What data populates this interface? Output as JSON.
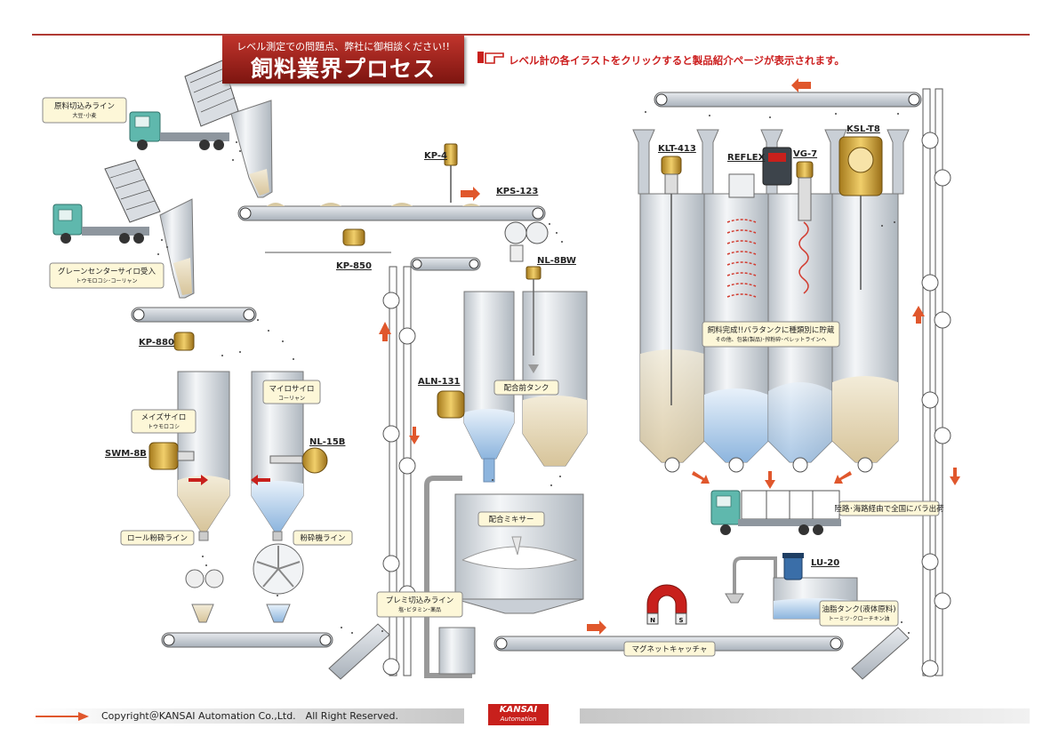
{
  "banner": {
    "subtitle": "レベル測定での問題点、弊社に御相談ください!!",
    "title": "飼料業界プロセス"
  },
  "instruction": "レベル計の各イラストをクリックすると製品紹介ページが表示されます。",
  "products": {
    "kp4": "KP-4",
    "kps123": "KPS-123",
    "kp850": "KP-850",
    "nl8bw": "NL-8BW",
    "kp880": "KP-880",
    "aln131": "ALN-131",
    "swm8b": "SWM-8B",
    "nl15b": "NL-15B",
    "klt413": "KLT-413",
    "reflex": "REFLEX",
    "vg7": "VG-7",
    "kslt8": "KSL-T8",
    "lu20": "LU-20"
  },
  "labels": {
    "raw_intake": {
      "main": "原料切込みライン",
      "sub": "大豆･小麦"
    },
    "grain_center": {
      "main": "グレーンセンターサイロ受入",
      "sub": "トウモロコシ･コーリャン"
    },
    "maize_silo": {
      "main": "メイズサイロ",
      "sub": "トウモロコシ"
    },
    "milo_silo": {
      "main": "マイロサイロ",
      "sub": "コーリャン"
    },
    "roll_line": {
      "main": "ロール粉砕ライン"
    },
    "grinder_line": {
      "main": "粉砕機ライン"
    },
    "pre_blend_tank": {
      "main": "配合前タンク"
    },
    "mixer": {
      "main": "配合ミキサー"
    },
    "premix_line": {
      "main": "プレミ切込みライン",
      "sub": "塩･ビタミン･薬品"
    },
    "magnet": {
      "main": "マグネットキャッチャ"
    },
    "bulk_tank": {
      "main": "飼料完成!!バラタンクに種類別に貯蔵",
      "sub": "その他、包装(製品)･搾粉砕･ペレットラインへ"
    },
    "shipping": {
      "main": "陸路･海路経由で全国にバラ出荷"
    },
    "oil_tank": {
      "main": "油脂タンク(液体原料)",
      "sub": "トーミツ･クローチキン油"
    },
    "magnet_n": "N",
    "magnet_s": "S"
  },
  "footer": {
    "copyright": "Copyright＠KANSAI Automation Co.,Ltd.　All Right Reserved.",
    "logo_line1": "KANSAI",
    "logo_line2": "Automation"
  },
  "colors": {
    "accent_red": "#c8201c",
    "arrow_orange": "#e0572c",
    "label_fill": "#fdf7d8",
    "conveyor": "#c9cfd6",
    "truck_teal": "#5fb8ad"
  }
}
